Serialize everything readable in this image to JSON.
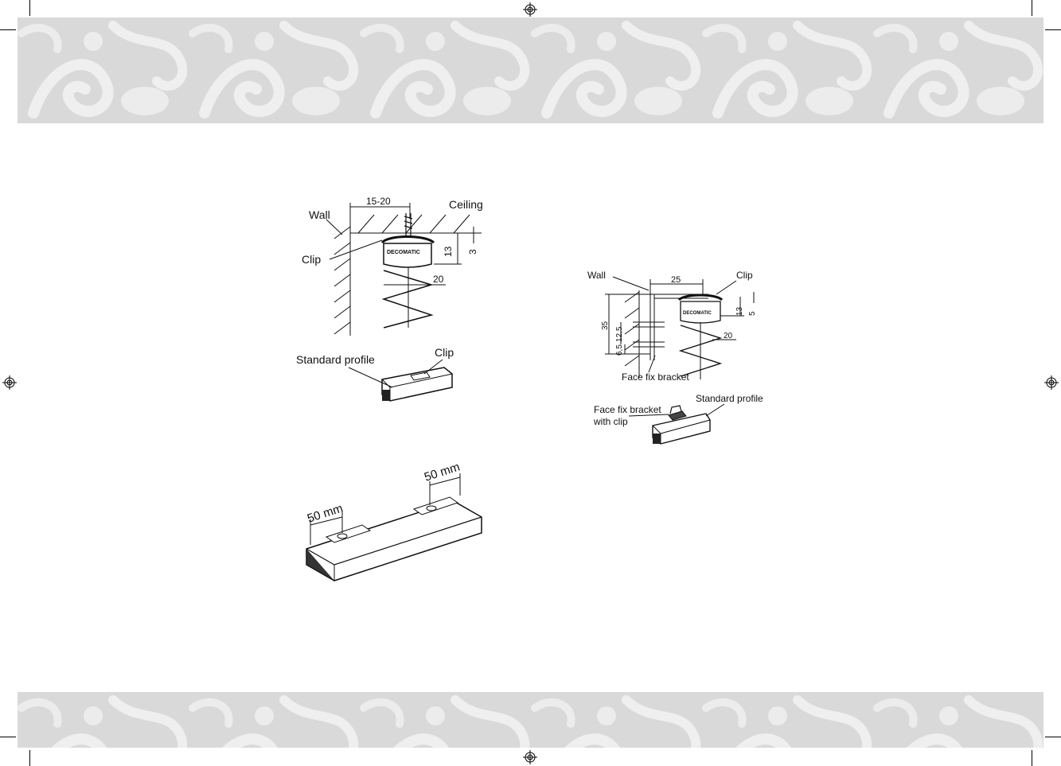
{
  "brand": "DECOMATIC",
  "ceiling_diagram": {
    "wall": "Wall",
    "ceiling": "Ceiling",
    "clip": "Clip",
    "dim_gap": "15-20",
    "dim_height": "13",
    "dim_top": "3",
    "dim_pleat": "20"
  },
  "standard_profile_detail": {
    "profile": "Standard profile",
    "clip": "Clip"
  },
  "clip_spacing_detail": {
    "left": "50 mm",
    "right": "50 mm"
  },
  "wall_diagram": {
    "wall": "Wall",
    "clip": "Clip",
    "dim_gap": "25",
    "dim_top": "5",
    "dim_height": "13",
    "dim_pleat": "20",
    "dim_total": "35",
    "dim_screw_spacing": "12,5",
    "dim_lower": "6,5",
    "face_fix_bracket": "Face fix bracket"
  },
  "face_fix_detail": {
    "bracket_line1": "Face fix bracket",
    "bracket_line2": "with clip",
    "profile": "Standard profile"
  },
  "colors": {
    "damask_background": "#d9d9d9",
    "damask_pattern": "#ececec",
    "line": "#111111"
  }
}
